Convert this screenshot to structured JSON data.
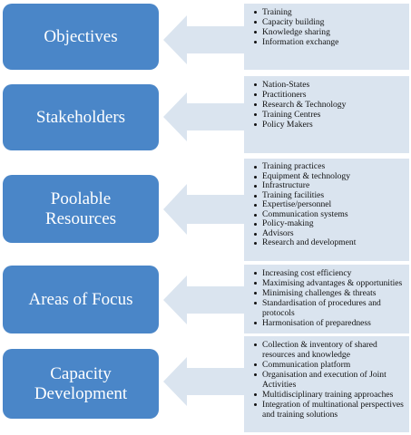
{
  "rows": [
    {
      "title": "Objectives",
      "items": [
        "Training",
        "Capacity building",
        "Knowledge sharing",
        "Information exchange"
      ]
    },
    {
      "title": "Stakeholders",
      "items": [
        "Nation-States",
        "Practitioners",
        "Research & Technology",
        "Training Centres",
        "Policy Makers"
      ]
    },
    {
      "title": "Poolable\nResources",
      "items": [
        "Training practices",
        "Equipment & technology",
        "Infrastructure",
        "Training facilities",
        "Expertise/personnel",
        "Communication systems",
        "Policy-making",
        "Advisors",
        "Research and development"
      ]
    },
    {
      "title": "Areas of Focus",
      "items": [
        "Increasing cost efficiency",
        "Maximising advantages & opportunities",
        "Minimising challenges & threats",
        "Standardisation of procedures and protocols",
        "Harmonisation of preparedness"
      ]
    },
    {
      "title": "Capacity\nDevelopment",
      "items": [
        "Collection & inventory of shared resources and knowledge",
        "Communication platform",
        "Organisation and execution of Joint Activities",
        "Multidisciplinary training approaches",
        "Integration of multinational perspectives and training solutions"
      ]
    }
  ],
  "colors": {
    "box": "#4a86c8",
    "panel": "#dae4ef",
    "arrow": "#dae4ef"
  }
}
